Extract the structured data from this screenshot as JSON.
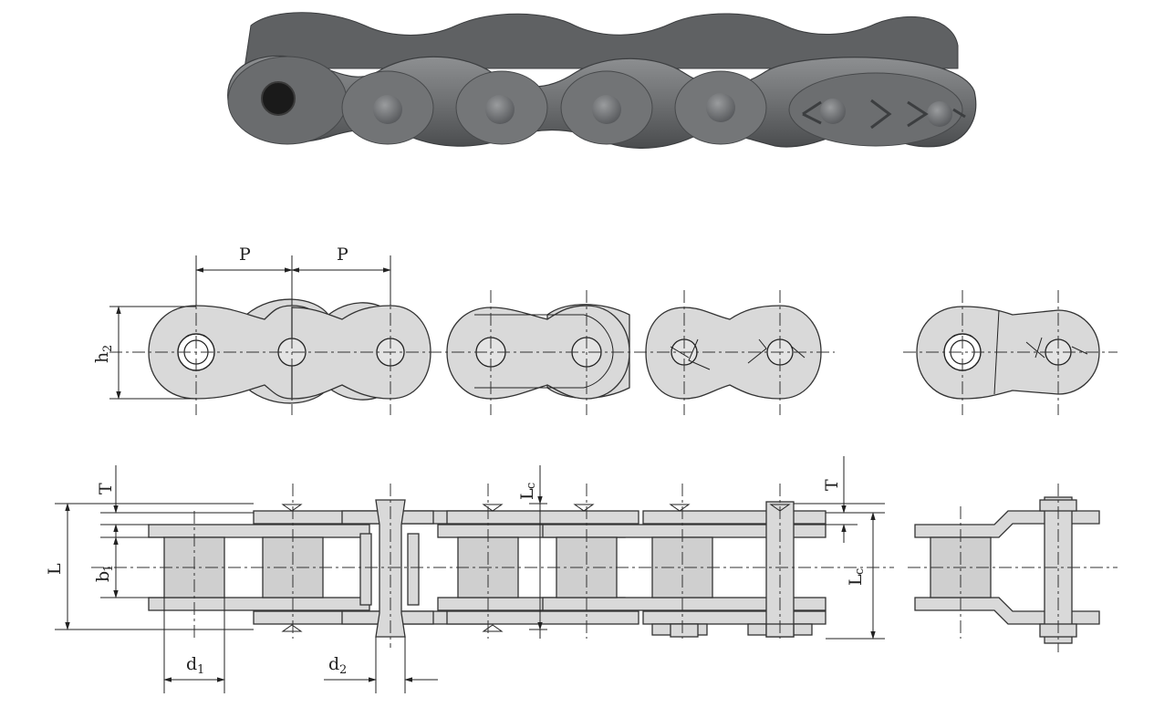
{
  "figure": {
    "photo": {
      "subject": "roller chain photo",
      "colors": {
        "steel": "#6e7072",
        "steel_light": "#8e9092",
        "steel_dark": "#4a4c4e"
      }
    },
    "dimension_labels": {
      "pitch_1": "P",
      "pitch_2": "P",
      "plate_height_main": "h",
      "plate_height_sub": "2",
      "overall_width": "L",
      "inner_width_main": "b",
      "inner_width_sub": "1",
      "plate_thickness_left": "T",
      "plate_thickness_right": "T",
      "roller_dia_main": "d",
      "roller_dia_sub": "1",
      "pin_dia_main": "d",
      "pin_dia_sub": "2",
      "connecting_width_top_main": "L",
      "connecting_width_top_sub": "c",
      "connecting_width_right_main": "L",
      "connecting_width_right_sub": "c"
    },
    "colors": {
      "plate_fill": "#d9d9d9",
      "line": "#222222"
    }
  }
}
